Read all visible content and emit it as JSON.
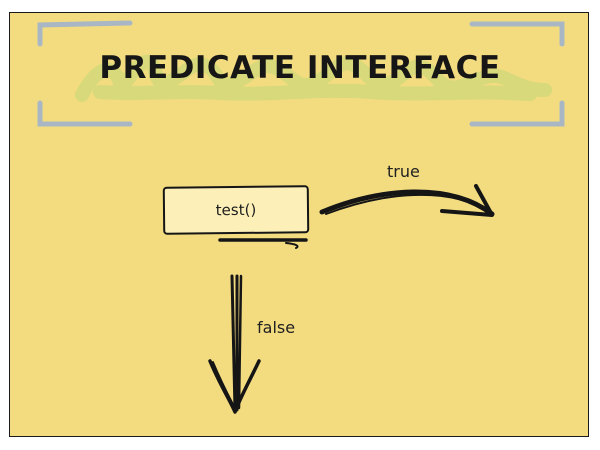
{
  "diagram": {
    "title": "PREDICATE INTERFACE",
    "method_box": {
      "label": "test()"
    },
    "branches": [
      {
        "label": "true",
        "direction": "right"
      },
      {
        "label": "false",
        "direction": "down"
      }
    ],
    "colors": {
      "background": "#f3dc80",
      "box_fill": "#fcf0b8",
      "bracket": "#a9b7c4",
      "highlight_scribble": "#d6d97a",
      "ink": "#151515"
    }
  }
}
